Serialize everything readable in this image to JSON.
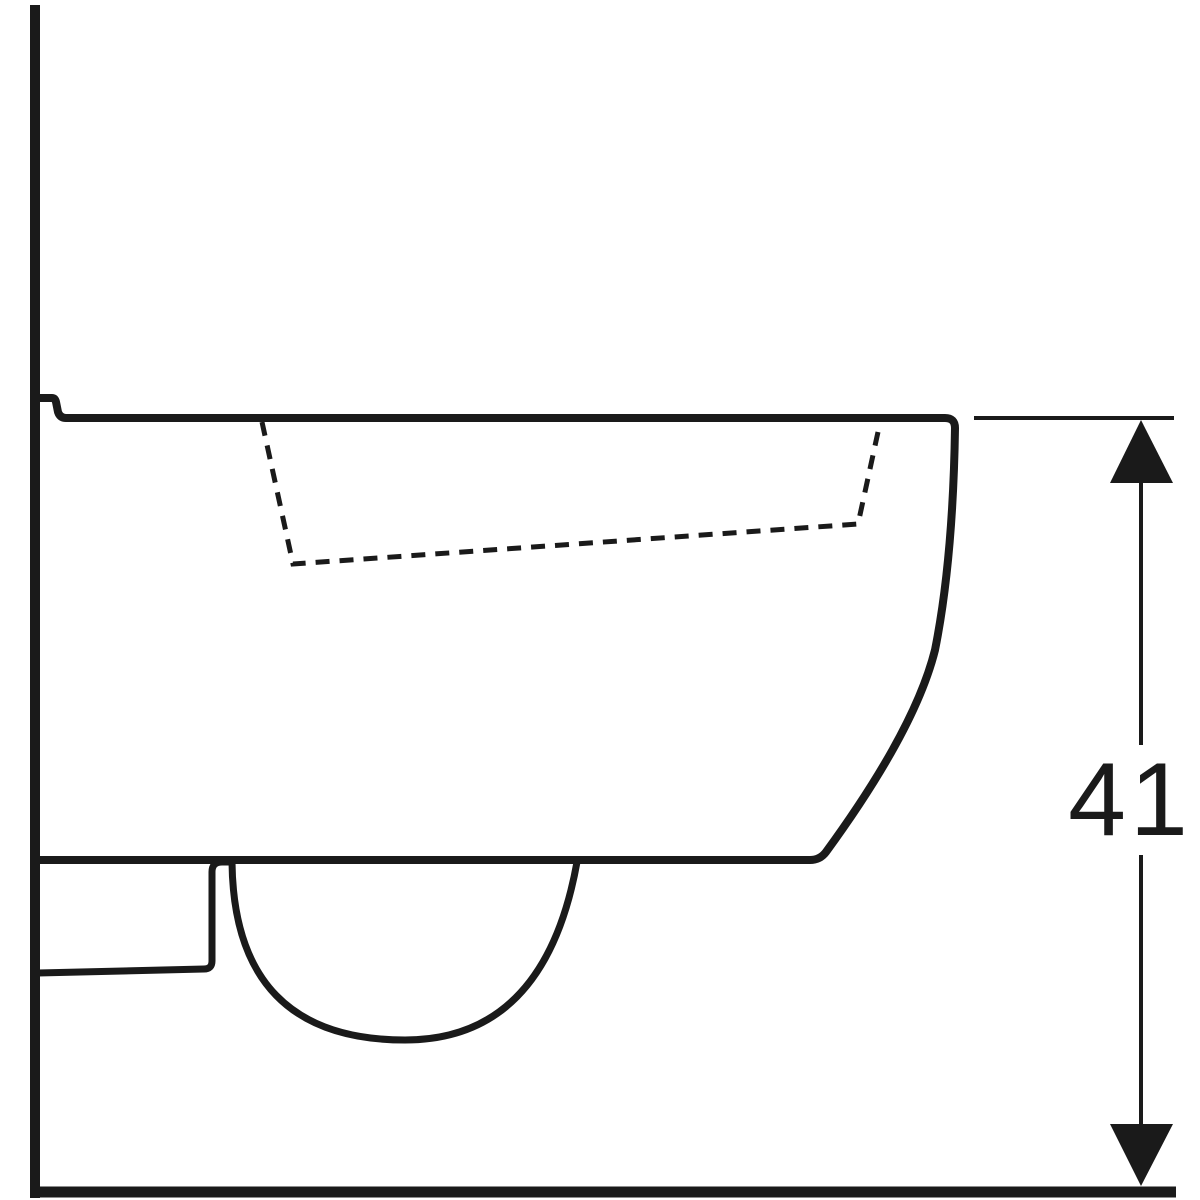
{
  "drawing": {
    "type": "technical side-view drawing",
    "subject": "wall-hung toilet/bidet",
    "line_color": "#1a1a1a",
    "background": "#ffffff"
  },
  "dimension": {
    "label": "41",
    "orientation": "vertical",
    "from": "floor",
    "to": "top rim"
  }
}
